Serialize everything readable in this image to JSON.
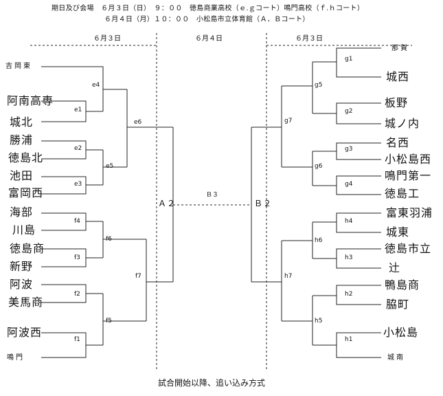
{
  "header": {
    "line1": "期日及び会場　６月３日（日）　９：００　徳島商業高校（ｅ.ｇコート）鳴門高校（ｆ.ｈコート）",
    "line2": "６月４日（月）１０：００　小松島市立体育館（Ａ．Ｂコート）"
  },
  "dates": {
    "left": "６月３日",
    "center": "６月４日",
    "right": "６月３日"
  },
  "left_teams": [
    "吉岡東",
    "阿南高専",
    "城北",
    "勝浦",
    "徳島北",
    "池田",
    "富岡西",
    "海部",
    "川島",
    "徳島商",
    "新野",
    "阿波",
    "美馬商",
    "阿波西",
    "鳴門"
  ],
  "right_teams": [
    "那賀",
    "城西",
    "板野",
    "城ノ内",
    "名西",
    "小松島西",
    "鳴門第一",
    "徳島工",
    "富東羽浦",
    "城東",
    "徳島市立",
    "辻",
    "鴨島商",
    "脇町",
    "小松島",
    "城南"
  ],
  "matches": {
    "e1": "e1",
    "e2": "e2",
    "e3": "e3",
    "e4": "e4",
    "e5": "e5",
    "e6": "e6",
    "f1": "f1",
    "f2": "f2",
    "f3": "f3",
    "f4": "f4",
    "f5": "f5",
    "f6": "f6",
    "f7": "f7",
    "g1": "g1",
    "g2": "g2",
    "g3": "g3",
    "g4": "g4",
    "g5": "g5",
    "g6": "g6",
    "g7": "g7",
    "h1": "h1",
    "h2": "h2",
    "h3": "h3",
    "h4": "h4",
    "h5": "h5",
    "h6": "h6",
    "h7": "h7",
    "A2": "Ａ２",
    "B2": "Ｂ２",
    "B3": "Ｂ３"
  },
  "footer": "試合開始以降、追い込み方式"
}
